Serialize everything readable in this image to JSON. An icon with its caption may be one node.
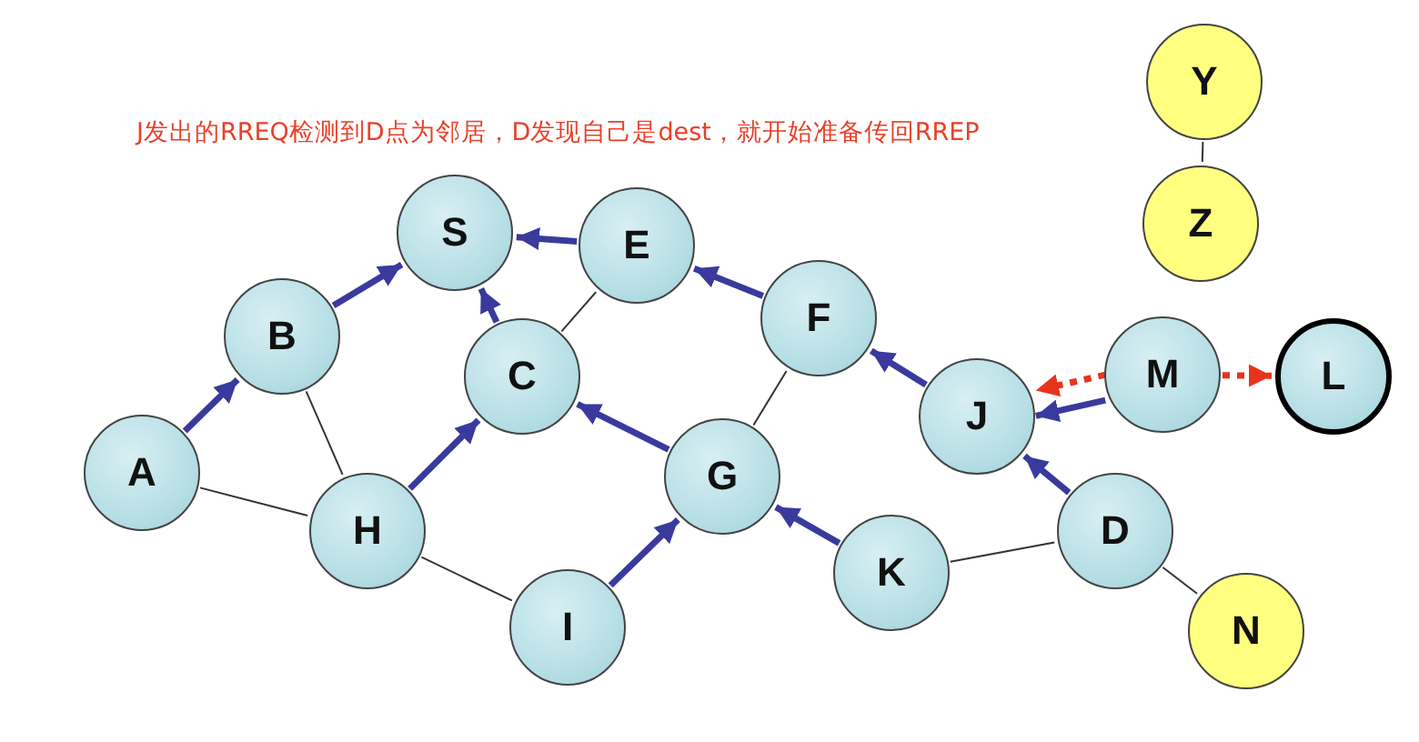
{
  "diagram": {
    "nodes": [
      {
        "text": [
          "S"
        ]
      },
      {
        "text": [
          "E"
        ]
      },
      {
        "text": [
          "B"
        ]
      },
      {
        "text": [
          "C"
        ]
      },
      {
        "text": [
          "F"
        ]
      },
      {
        "text": [
          "A"
        ]
      },
      {
        "text": [
          "H"
        ]
      },
      {
        "text": [
          "G"
        ]
      },
      {
        "text": [
          "J"
        ]
      },
      {
        "text": [
          "M"
        ]
      },
      {
        "text": [
          "L"
        ]
      },
      {
        "text": [
          "D"
        ]
      },
      {
        "text": [
          "K"
        ]
      },
      {
        "text": [
          "I"
        ]
      },
      {
        "text": [
          "N"
        ]
      },
      {
        "text": [
          "Y"
        ]
      },
      {
        "text": [
          "Z"
        ]
      }
    ],
    "edges": [
      {
        "from": 5,
        "to": 2,
        "arrow": "to"
      },
      {
        "from": 2,
        "to": 0,
        "arrow": "to"
      },
      {
        "from": 1,
        "to": 0,
        "arrow": "to"
      },
      {
        "from": 3,
        "to": 0,
        "arrow": "to"
      },
      {
        "from": 3,
        "to": 1,
        "arrow": "none",
        "color": "#333333"
      },
      {
        "from": 2,
        "to": 6,
        "arrow": "none",
        "color": "#333333"
      },
      {
        "from": 5,
        "to": 6,
        "arrow": "none",
        "color": "#333333"
      },
      {
        "from": 6,
        "to": 3,
        "arrow": "to"
      },
      {
        "from": 7,
        "to": 3,
        "arrow": "to"
      },
      {
        "from": 6,
        "to": 13,
        "arrow": "none",
        "color": "#333333"
      },
      {
        "from": 13,
        "to": 7,
        "arrow": "to"
      },
      {
        "from": 4,
        "to": 1,
        "arrow": "to"
      },
      {
        "from": 7,
        "to": 4,
        "arrow": "none",
        "color": "#333333"
      },
      {
        "from": 8,
        "to": 4,
        "arrow": "to"
      },
      {
        "from": 12,
        "to": 7,
        "arrow": "to"
      },
      {
        "from": 12,
        "to": 11,
        "arrow": "none",
        "color": "#333333"
      },
      {
        "from": 11,
        "to": 8,
        "arrow": "to"
      },
      {
        "from": 9,
        "to": 8,
        "arrow": "to"
      },
      {
        "from": 9,
        "to": 8,
        "arrow": "to",
        "style": "dashed",
        "color": "#e8341c"
      },
      {
        "from": 9,
        "to": 10,
        "arrow": "to",
        "style": "dashed",
        "color": "#e8341c"
      },
      {
        "from": 11,
        "to": 14,
        "arrow": "none",
        "color": "#333333"
      },
      {
        "from": 15,
        "to": 16,
        "arrow": "none",
        "color": "#333333"
      }
    ],
    "labels": [
      "J发出的RREQ检测到D点为邻居，D发现自己是dest，就开始准备传回RREP"
    ]
  }
}
